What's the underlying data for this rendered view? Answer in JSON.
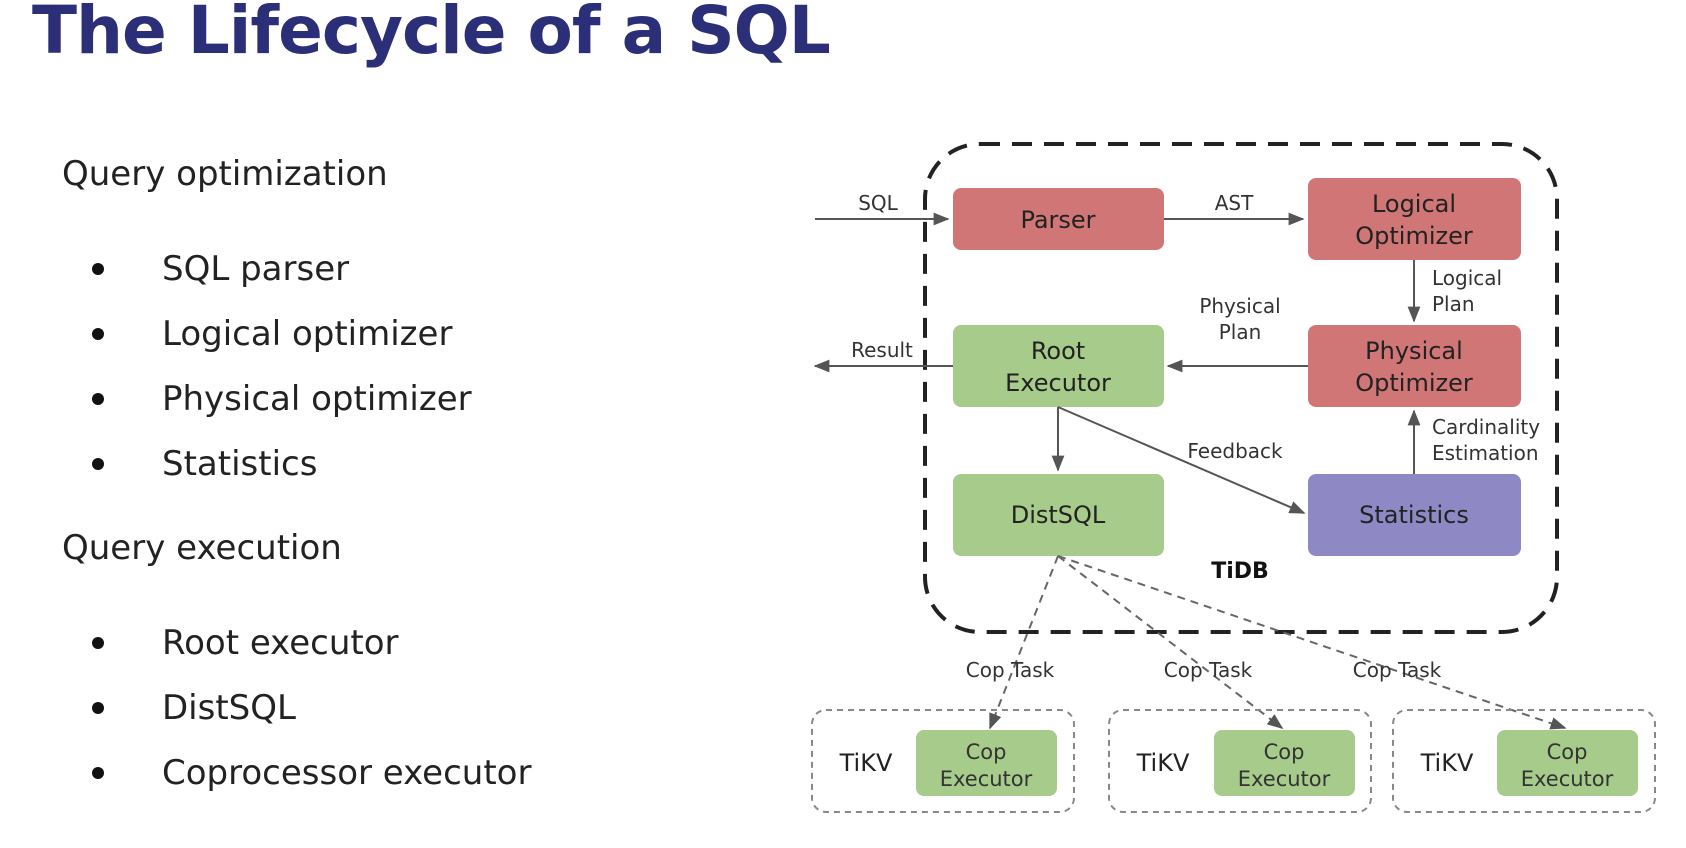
{
  "title": "The Lifecycle of a SQL",
  "colors": {
    "title": "#2b2f78",
    "red_box": "#d07676",
    "green_box": "#a7cb8a",
    "purple_box": "#8e89c4",
    "line": "#555555"
  },
  "optimization": {
    "heading": "Query optimization",
    "items": [
      "SQL parser",
      "Logical optimizer",
      "Physical optimizer",
      "Statistics"
    ]
  },
  "execution": {
    "heading": "Query execution",
    "items": [
      "Root executor",
      "DistSQL",
      "Coprocessor executor"
    ]
  },
  "diagram": {
    "nodes": {
      "parser": "Parser",
      "logical_line1": "Logical",
      "logical_line2": "Optimizer",
      "physical_line1": "Physical",
      "physical_line2": "Optimizer",
      "root_line1": "Root",
      "root_line2": "Executor",
      "distsql": "DistSQL",
      "statistics": "Statistics"
    },
    "edges": {
      "sql": "SQL",
      "ast": "AST",
      "logical_plan_line1": "Logical",
      "logical_plan_line2": "Plan",
      "physical_plan_line1": "Physical",
      "physical_plan_line2": "Plan",
      "result": "Result",
      "feedback": "Feedback",
      "cardinality_line1": "Cardinality",
      "cardinality_line2": "Estimation",
      "cop_task_1": "Cop Task",
      "cop_task_2": "Cop Task",
      "cop_task_3": "Cop Task"
    },
    "tidb_label": "TiDB",
    "tikv": [
      {
        "label": "TiKV",
        "cop_line1": "Cop",
        "cop_line2": "Executor"
      },
      {
        "label": "TiKV",
        "cop_line1": "Cop",
        "cop_line2": "Executor"
      },
      {
        "label": "TiKV",
        "cop_line1": "Cop",
        "cop_line2": "Executor"
      }
    ]
  }
}
